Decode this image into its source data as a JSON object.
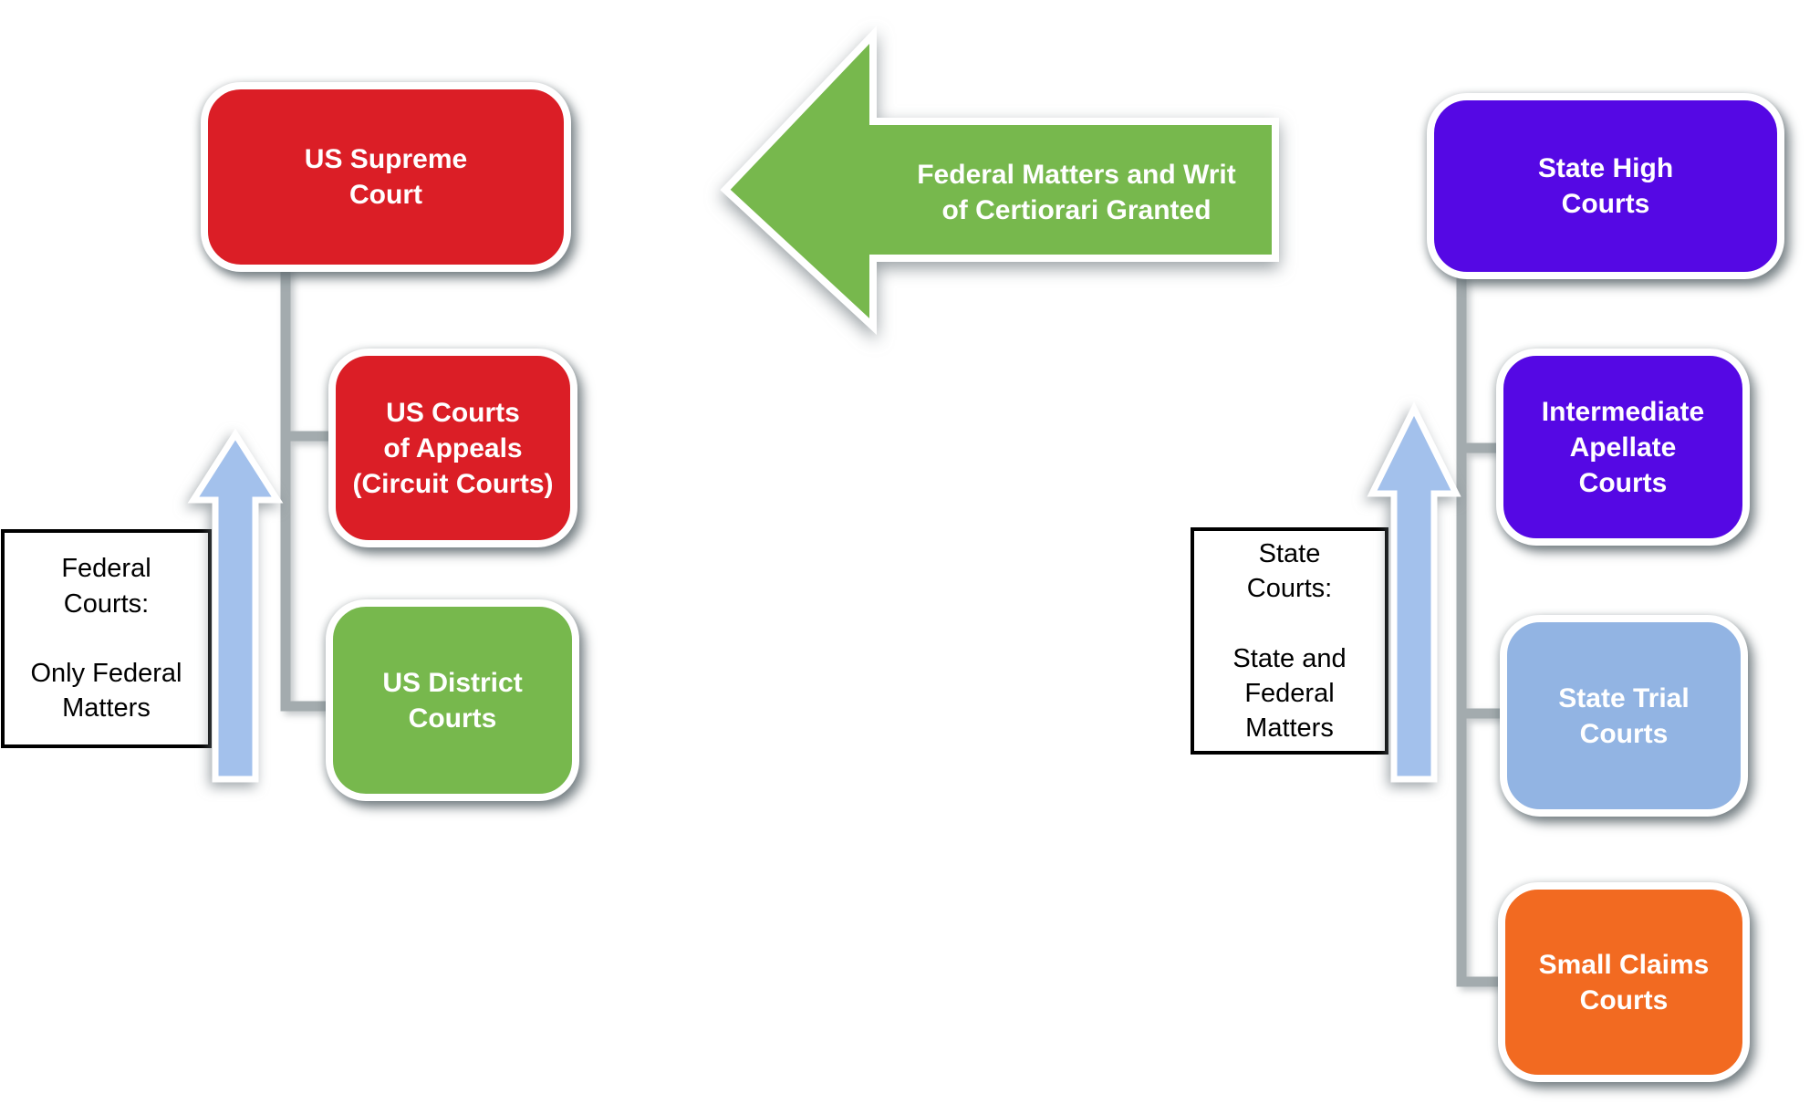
{
  "colors": {
    "red": "#DB1E26",
    "green": "#77B84D",
    "purple": "#5508E4",
    "light_blue": "#92B4E3",
    "orange": "#F26A21",
    "arrow_blue": "#A3C1EC",
    "connector_gray": "#A3ABAE",
    "box_text": "#FFFFFF",
    "label_text": "#000000"
  },
  "federal_column": {
    "supreme_court": "US Supreme\nCourt",
    "courts_of_appeals": "US Courts\nof Appeals\n(Circuit Courts)",
    "district_courts": "US District\nCourts",
    "jurisdiction_label": "Federal\nCourts:\n\nOnly Federal\nMatters"
  },
  "state_column": {
    "high_courts": "State High\nCourts",
    "intermediate_appellate_courts": "Intermediate\nApellate\nCourts",
    "trial_courts": "State Trial\nCourts",
    "small_claims_courts": "Small Claims\nCourts",
    "jurisdiction_label": "State\nCourts:\n\nState and\nFederal\nMatters"
  },
  "transfer_arrow": {
    "label": "Federal Matters and Writ\nof Certiorari Granted"
  }
}
